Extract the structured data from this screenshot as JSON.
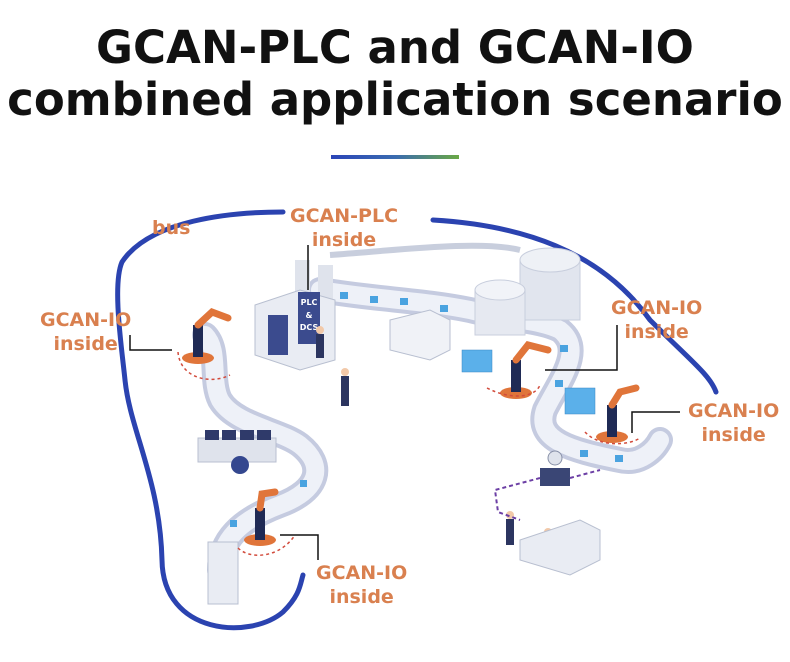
{
  "title": {
    "line1": "GCAN-PLC and GCAN-IO",
    "line2": "combined application scenario"
  },
  "colors": {
    "bus": "#2b43b0",
    "label": "#d9804f",
    "divider_start": "#2b45b8",
    "divider_end": "#6aa845"
  },
  "labels": {
    "bus": "bus",
    "plc": {
      "line1": "GCAN-PLC",
      "line2": "inside"
    },
    "io_left": {
      "line1": "GCAN-IO",
      "line2": "inside"
    },
    "io_right_top": {
      "line1": "GCAN-IO",
      "line2": "inside"
    },
    "io_right": {
      "line1": "GCAN-IO",
      "line2": "inside"
    },
    "io_bottom": {
      "line1": "GCAN-IO",
      "line2": "inside"
    }
  },
  "plc_panel_text": "PLC & DCS"
}
